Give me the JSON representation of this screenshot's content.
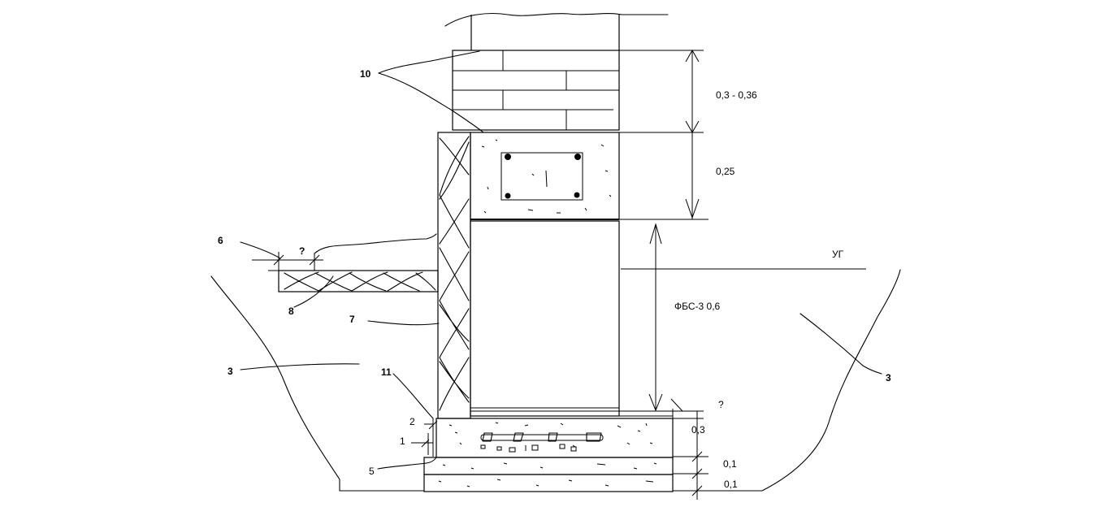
{
  "labels": {
    "callouts": {
      "n10": "10",
      "n6": "6",
      "n8": "8",
      "n7": "7",
      "n3_left": "3",
      "n3_right": "3",
      "n11": "11",
      "n2": "2",
      "n1": "1",
      "n5": "5"
    },
    "marker": "УГ",
    "block": "ФБС-3 0,6",
    "unknown_top": "?",
    "unknown_right": "?"
  },
  "dimensions": {
    "brick": "0,3 - 0,36",
    "beam": "0,25",
    "slab": "0,3",
    "layer_top": "0,1",
    "layer_bottom": "0,1"
  }
}
